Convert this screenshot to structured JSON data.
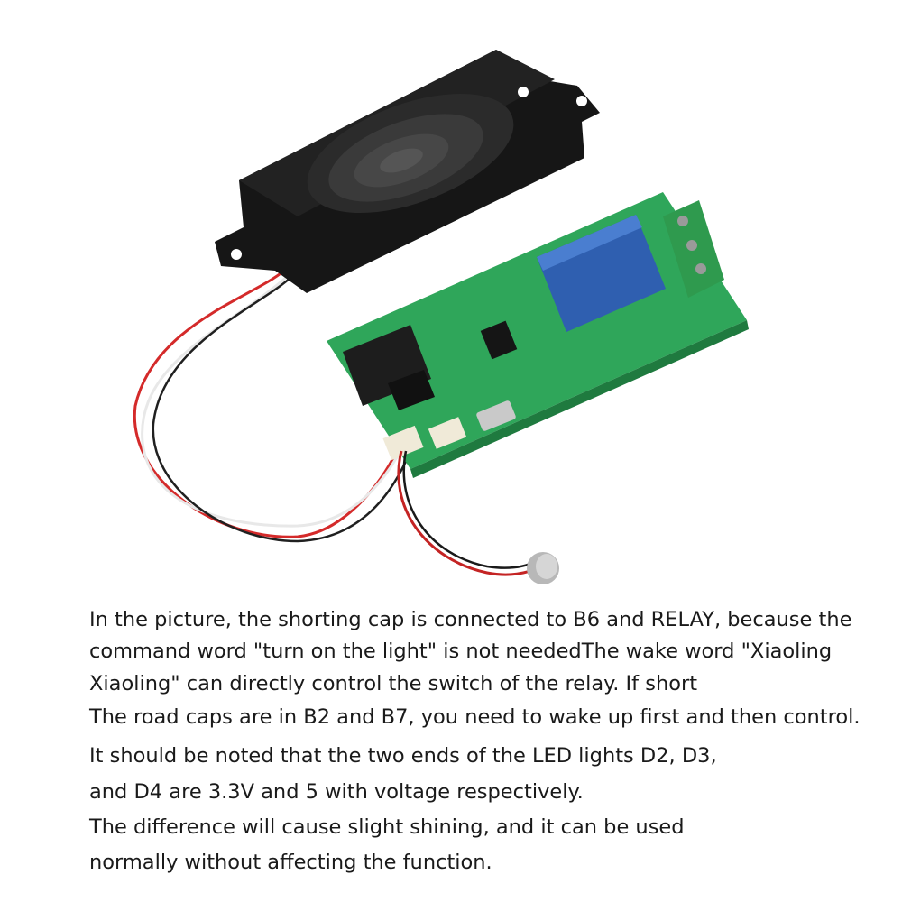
{
  "caption": {
    "lines": [
      "In the picture, the shorting cap is connected to B6 and RELAY, because the",
      "command word \"turn on the light\" is not neededThe wake word \"Xiaoling",
      "Xiaoling\" can directly control the switch of the relay. If short",
      "The road caps are in B2 and B7, you need to wake up first and then control.",
      "It should be noted that the two ends of the LED lights D2, D3,",
      "and D4 are 3.3V and 5 with voltage respectively.",
      "The difference will cause slight shining, and it can be used",
      "normally without affecting the function."
    ]
  },
  "colors": {
    "background": "#ffffff",
    "pcb_green": "#2fa65a",
    "relay_blue": "#2f5fb0",
    "terminal_green": "#2f9a4e",
    "speaker_black": "#141414",
    "wire_red": "#d42a2a",
    "text": "#1a1a1a"
  }
}
